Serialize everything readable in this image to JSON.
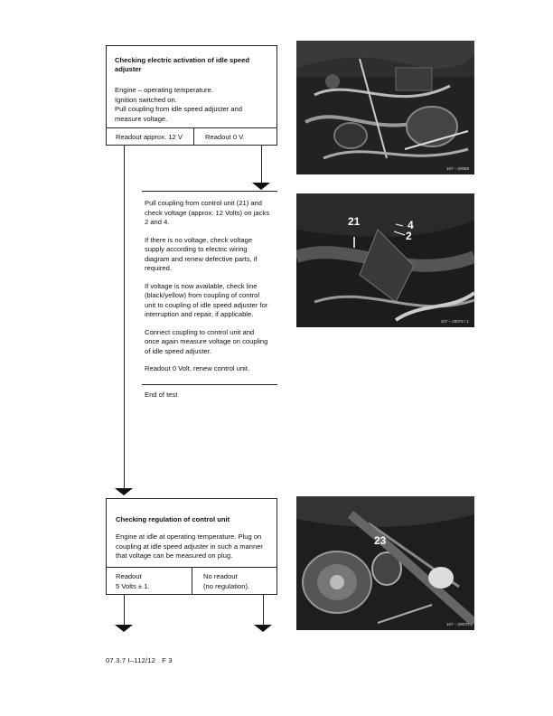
{
  "section1": {
    "title": "Checking electric activation of idle speed adjuster",
    "body": "Engine – operating temperature.\nIgnition switched on.\nPull coupling from idle speed adjuster and\nmeasure voltage.",
    "cell_left": "Readout approx. 12 V",
    "cell_right": "Readout 0 V."
  },
  "branch": {
    "paragraphs": [
      "Pull coupling from control unit (21) and\ncheck voltage (approx. 12 Volts) on jacks\n2 and 4.",
      "If there is no voltage, check voltage\nsupply according to electric wiring\ndiagram and renew defective parts, if\nrequired.",
      "If voltage is now available, check line\n(black/yellow) from coupling of control\nunit to coupling of idle speed adjuster for\ninterruption and repair, if applicable.",
      "Connect coupling to control unit and\nonce again measure voltage on coupling\nof idle speed adjuster.",
      "Readout 0 Volt, renew control unit."
    ],
    "end": "End of test"
  },
  "section2": {
    "title": "Checking regulation of control unit",
    "body": "Engine at idle at operating temperature. Plug on\ncoupling at idle speed adjuster in such a manner\nthat voltage can be measured on plug.",
    "cell_left": "Readout\n5 Volts ± 1.",
    "cell_right": "No readout\n(no regulation)."
  },
  "photos": {
    "photo1": {
      "id": "107 – 20069"
    },
    "photo2": {
      "id": "107 – 20072 / 1",
      "labels": [
        "21",
        "4",
        "2"
      ]
    },
    "photo3": {
      "id": "107 – 20070",
      "labels": [
        "23"
      ]
    }
  },
  "footer": "07.3.7 I–112/12   F 3"
}
